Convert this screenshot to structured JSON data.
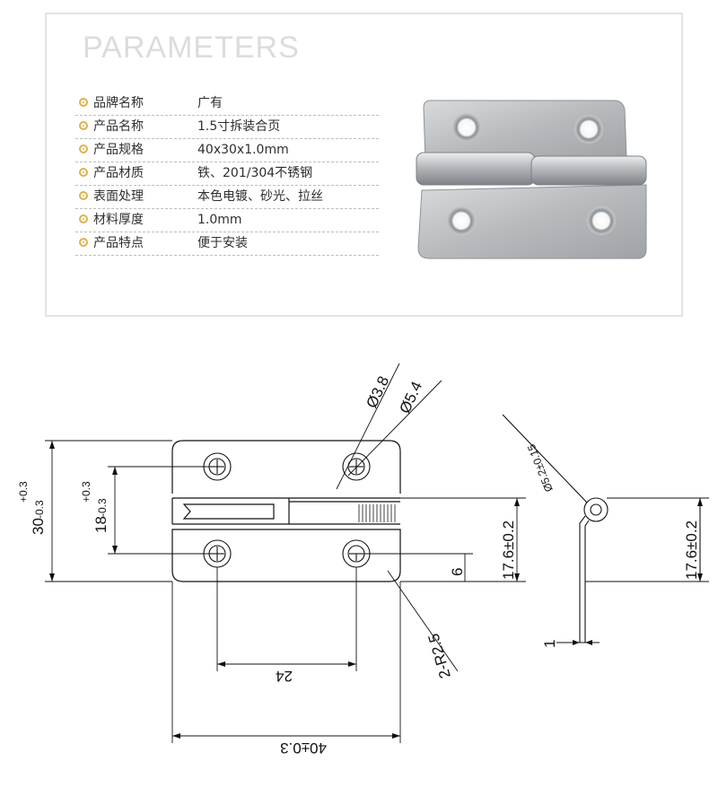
{
  "header": {
    "title": "PARAMETERS"
  },
  "specs": [
    {
      "label": "品牌名称",
      "value": "广有"
    },
    {
      "label": "产品名称",
      "value": "1.5寸拆装合页"
    },
    {
      "label": "产品规格",
      "value": "40x30x1.0mm"
    },
    {
      "label": "产品材质",
      "value": "铁、201/304不锈钢"
    },
    {
      "label": "表面处理",
      "value": "本色电镀、砂光、拉丝"
    },
    {
      "label": "材料厚度",
      "value": "1.0mm"
    },
    {
      "label": "产品特点",
      "value": "便于安装"
    }
  ],
  "drawing": {
    "dim_height": "30",
    "dim_height_tol_upper": "+0.3",
    "dim_height_tol_lower": "-0.3",
    "dim_inner": "18",
    "dim_inner_tol_upper": "+0.3",
    "dim_inner_tol_lower": "-0.3",
    "dim_hole_small": "Ø3.8",
    "dim_hole_large": "Ø5.4",
    "dim_pin_front": "17.6±0.2",
    "dim_hole_offset": "6",
    "dim_hole_spacing": "24",
    "dim_width": "40±0.3",
    "dim_radius": "2-R2.5",
    "dim_pin_diameter": "Ø5.2±0.15",
    "dim_pin_side": "17.6±0.2",
    "dim_thickness": "1"
  },
  "colors": {
    "bullet": "#e0b14a",
    "title": "#dcdcdc",
    "metal": "#b9bcbf"
  }
}
